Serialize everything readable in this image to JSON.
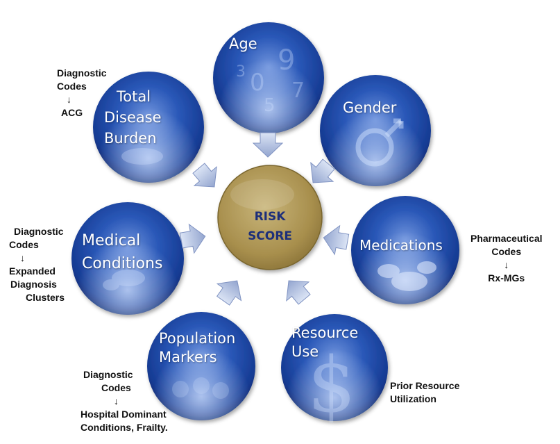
{
  "diagram": {
    "center": {
      "line1": "RISK",
      "line2": "SCORE",
      "color": "#b09a5a"
    },
    "circle_color": "#1a3f9f",
    "nodes": {
      "age": {
        "label": "Age"
      },
      "gender": {
        "label": "Gender"
      },
      "medications": {
        "label": "Medications"
      },
      "resource_use": {
        "line1": "Resource",
        "line2": "Use"
      },
      "population_markers": {
        "line1": "Population",
        "line2": "Markers"
      },
      "medical_conditions": {
        "line1": "Medical",
        "line2": "Conditions"
      },
      "total_disease_burden": {
        "line1": "Total",
        "line2": "Disease",
        "line3": "Burden"
      }
    },
    "notes": {
      "total_disease_burden": {
        "line1": "Diagnostic",
        "line2": "Codes",
        "arrow": "↓",
        "line3": "ACG"
      },
      "medical_conditions": {
        "line1": "Diagnostic",
        "line2": "Codes",
        "arrow": "↓",
        "line3": "Expanded",
        "line4": "Diagnosis",
        "line5": "Clusters"
      },
      "population_markers": {
        "line1": "Diagnostic",
        "line2": "Codes",
        "arrow": "↓",
        "line3": "Hospital Dominant",
        "line4": "Conditions, Frailty."
      },
      "medications": {
        "line1": "Pharmaceutical",
        "line2": "Codes",
        "arrow": "↓",
        "line3": "Rx-MGs"
      },
      "resource_use": {
        "line1": "Prior Resource",
        "line2": "Utilization"
      }
    },
    "icons": {
      "age": "numbers-texture-icon",
      "gender": "gender-symbol-icon",
      "medications": "pills-icon",
      "resource_use": "dollar-sign-icon",
      "population_markers": "people-texture-icon",
      "medical_conditions": "organs-texture-icon",
      "total_disease_burden": "medical-texture-icon"
    }
  }
}
